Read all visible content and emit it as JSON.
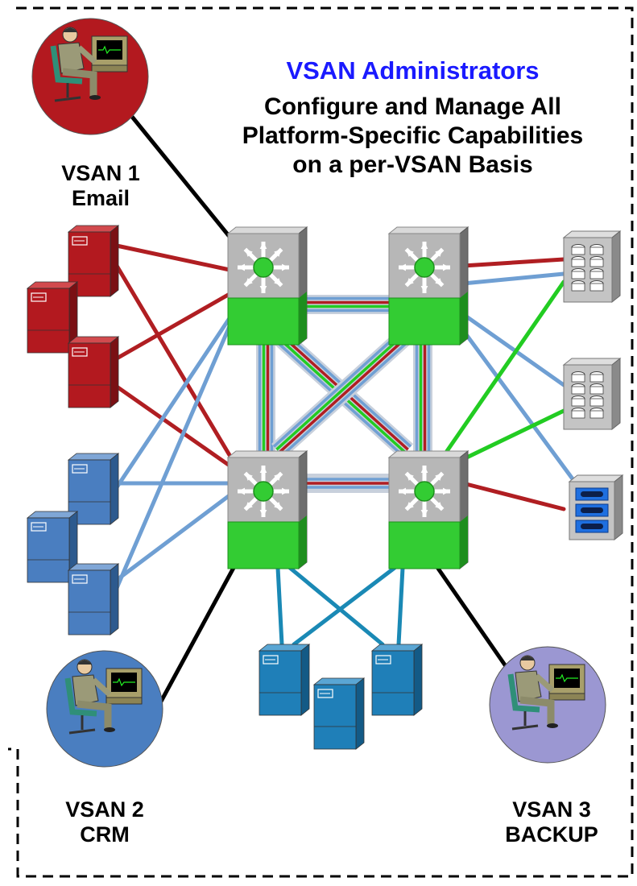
{
  "header": {
    "title": "VSAN Administrators",
    "subtitle": "Configure and Manage All\nPlatform-Specific Capabilities\non a per-VSAN Basis"
  },
  "vsans": [
    {
      "label": "VSAN 1\nEmail",
      "color": "#b01e22",
      "icon": "administrator-icon"
    },
    {
      "label": "VSAN 2\nCRM",
      "color": "#4a7fc1",
      "icon": "administrator-icon"
    },
    {
      "label": "VSAN 3\nBACKUP",
      "color": "#9b97d2",
      "icon": "administrator-icon"
    }
  ],
  "colors": {
    "email_link": "#b01e22",
    "crm_link": "#6f9fd3",
    "backup_link": "#1a89b5",
    "fabric_green": "#22cc22",
    "switch_green": "#33cc33",
    "switch_gray": "#b7b7b7",
    "admin_link": "#000000",
    "email_server": "#b3191f",
    "crm_server": "#4a7ec0",
    "backup_server": "#1f7fb8",
    "frame": "#000000",
    "title": "#1a1aff"
  },
  "icons": [
    "switch-icon",
    "server-icon",
    "disk-array-icon",
    "tape-library-icon",
    "administrator-icon"
  ]
}
